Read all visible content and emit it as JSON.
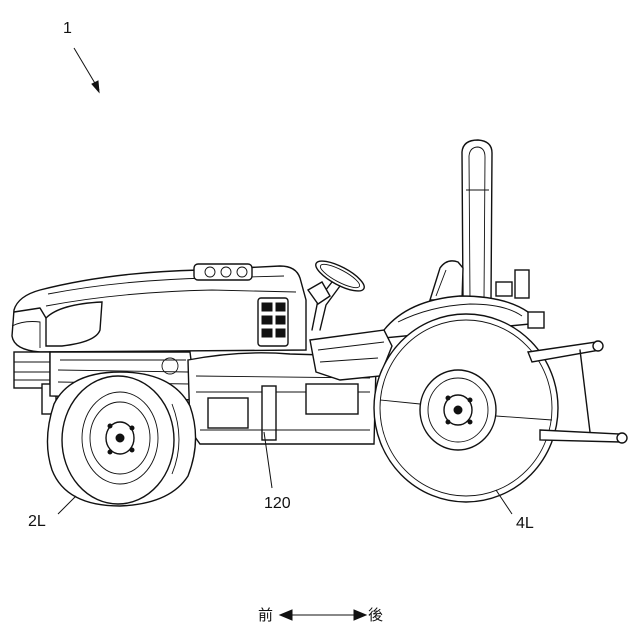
{
  "labels": {
    "ref_main": "1",
    "front_wheel": "2L",
    "frame": "120",
    "rear_wheel": "4L"
  },
  "direction": {
    "front": "前",
    "rear": "後"
  },
  "colors": {
    "line": "#111111",
    "background": "#ffffff"
  }
}
